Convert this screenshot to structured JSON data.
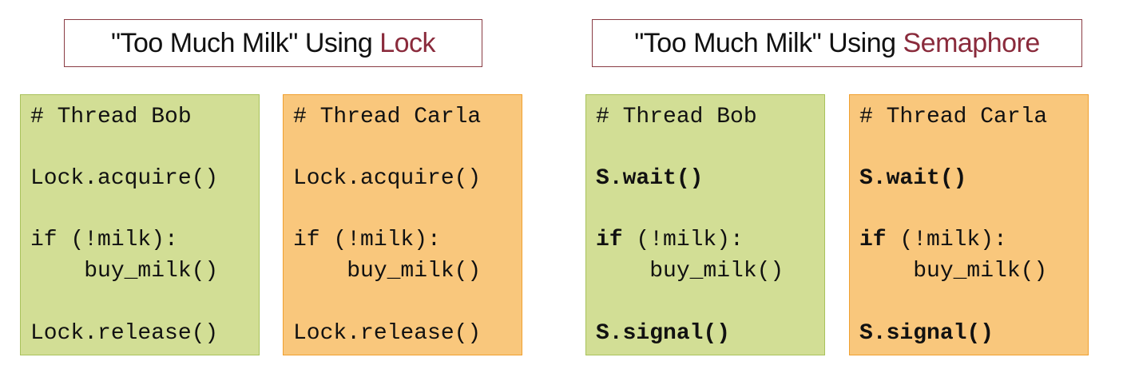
{
  "titles": {
    "lock": {
      "prefix": "\"Too Much Milk\" Using ",
      "accent": "Lock"
    },
    "semaphore": {
      "prefix": "\"Too Much Milk\" Using ",
      "accent": "Semaphore"
    }
  },
  "panels": {
    "lock_bob": {
      "header": "# Thread Bob",
      "acquire": "Lock.acquire()",
      "if_line": "if (!milk):",
      "body": "    buy_milk()",
      "release": "Lock.release()"
    },
    "lock_carla": {
      "header": "# Thread Carla",
      "acquire": "Lock.acquire()",
      "if_line": "if (!milk):",
      "body": "    buy_milk()",
      "release": "Lock.release()"
    },
    "sem_bob": {
      "header": "# Thread Bob",
      "wait": "S.wait()",
      "if_kw": "if",
      "if_rest": " (!milk):",
      "body": "    buy_milk()",
      "signal": "S.signal()"
    },
    "sem_carla": {
      "header": "# Thread Carla",
      "wait": "S.wait()",
      "if_kw": "if",
      "if_rest": " (!milk):",
      "body": "    buy_milk()",
      "signal": "S.signal()"
    }
  },
  "colors": {
    "title_accent": "#8a2b3c",
    "title_border": "#8a3c44",
    "bob_fill": "#d2de95",
    "carla_fill": "#f9c77c"
  }
}
